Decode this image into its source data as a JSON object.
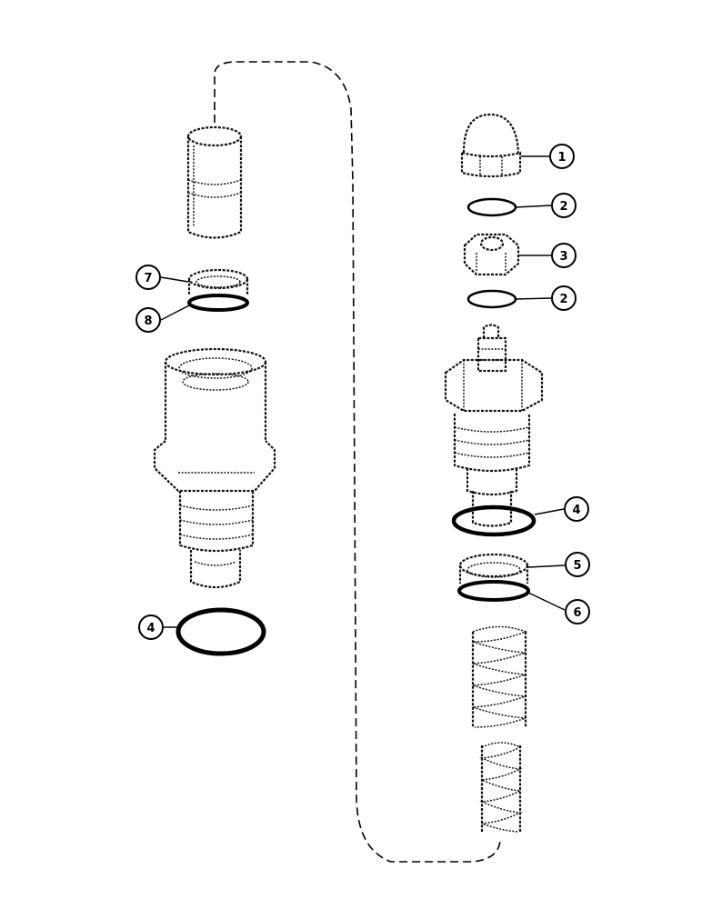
{
  "callouts": {
    "right": [
      {
        "id": "c1",
        "label": "1",
        "part": "acorn-cap-nut"
      },
      {
        "id": "c2a",
        "label": "2",
        "part": "gasket-upper"
      },
      {
        "id": "c3",
        "label": "3",
        "part": "lock-nut"
      },
      {
        "id": "c2b",
        "label": "2",
        "part": "gasket-lower"
      },
      {
        "id": "c4r",
        "label": "4",
        "part": "o-ring-right"
      },
      {
        "id": "c5",
        "label": "5",
        "part": "back-up-ring-right"
      },
      {
        "id": "c6",
        "label": "6",
        "part": "seal-ring-right"
      }
    ],
    "left": [
      {
        "id": "c7",
        "label": "7",
        "part": "back-up-ring-left"
      },
      {
        "id": "c8",
        "label": "8",
        "part": "seal-ring-left"
      },
      {
        "id": "c4l",
        "label": "4",
        "part": "o-ring-left"
      }
    ]
  },
  "colors": {
    "ink": "#000000",
    "paper": "#ffffff"
  }
}
